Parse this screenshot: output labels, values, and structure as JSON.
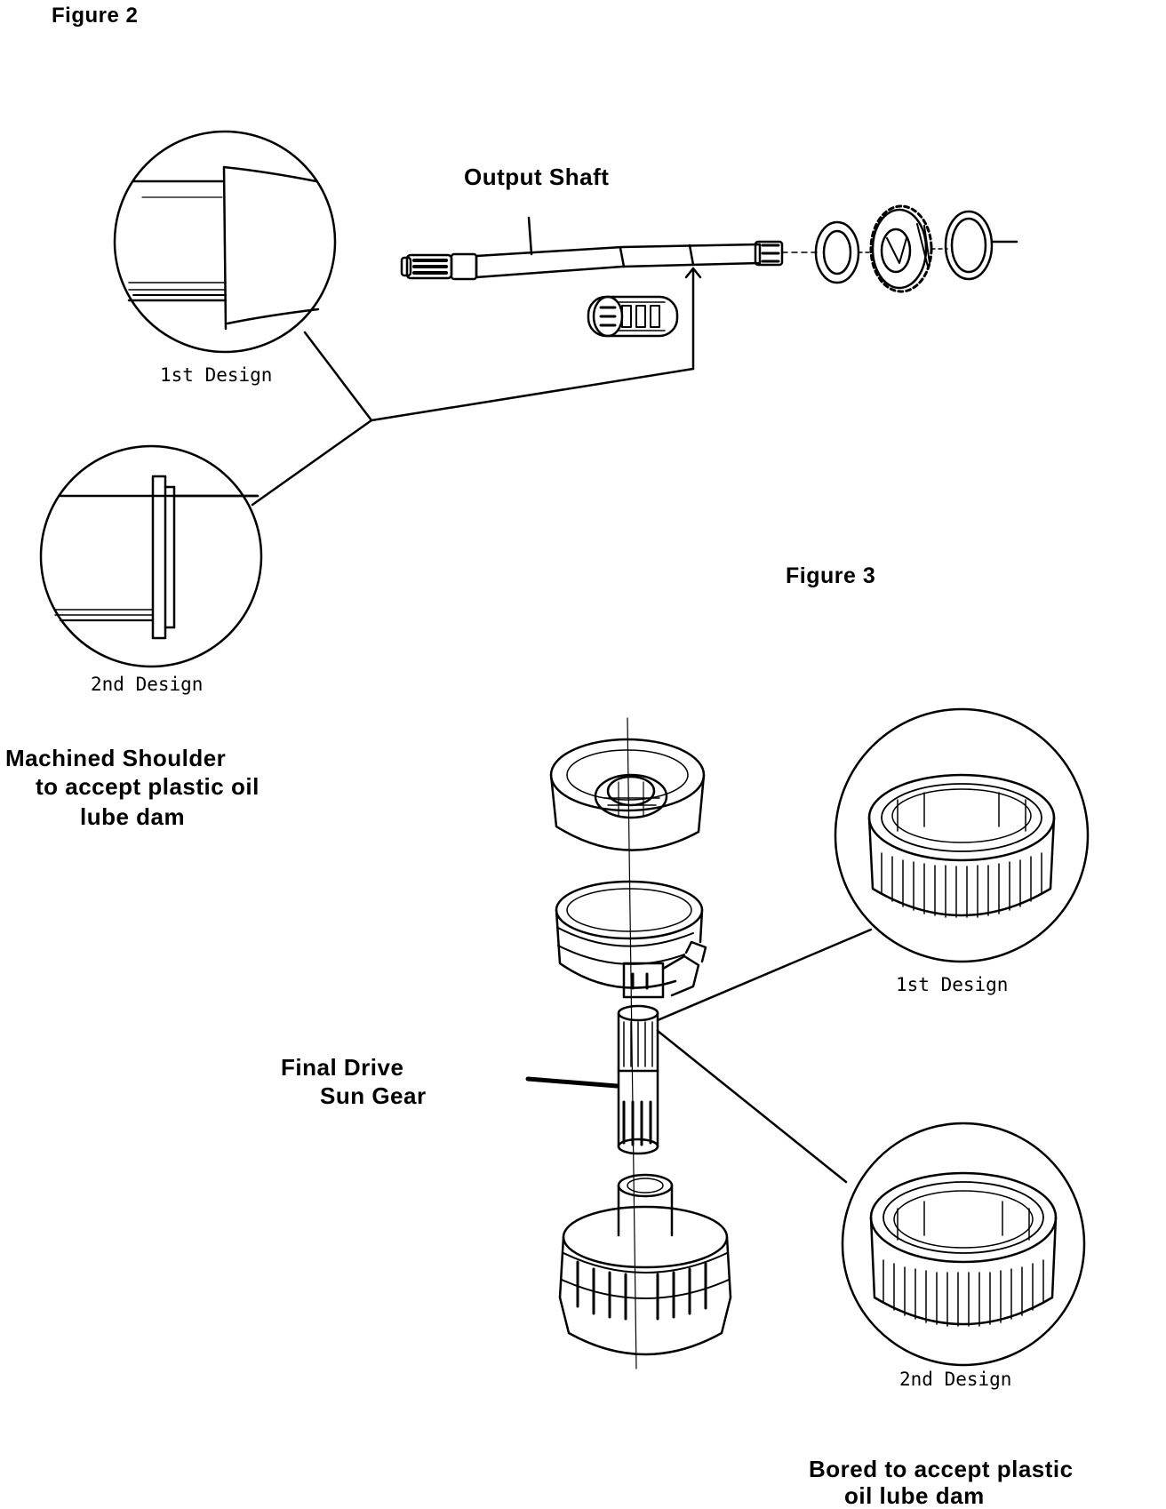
{
  "figure2": {
    "title": "Figure 2",
    "part_label": "Output Shaft",
    "design1_label": "1st Design",
    "design2_label": "2nd Design",
    "note_line1": "Machined Shoulder",
    "note_line2": "to accept plastic oil",
    "note_line3": "lube dam"
  },
  "figure3": {
    "title": "Figure 3",
    "part_label_line1": "Final Drive",
    "part_label_line2": "Sun Gear",
    "design1_label": "1st Design",
    "design2_label": "2nd Design",
    "note_line1": "Bored to accept plastic",
    "note_line2": "oil lube dam"
  }
}
